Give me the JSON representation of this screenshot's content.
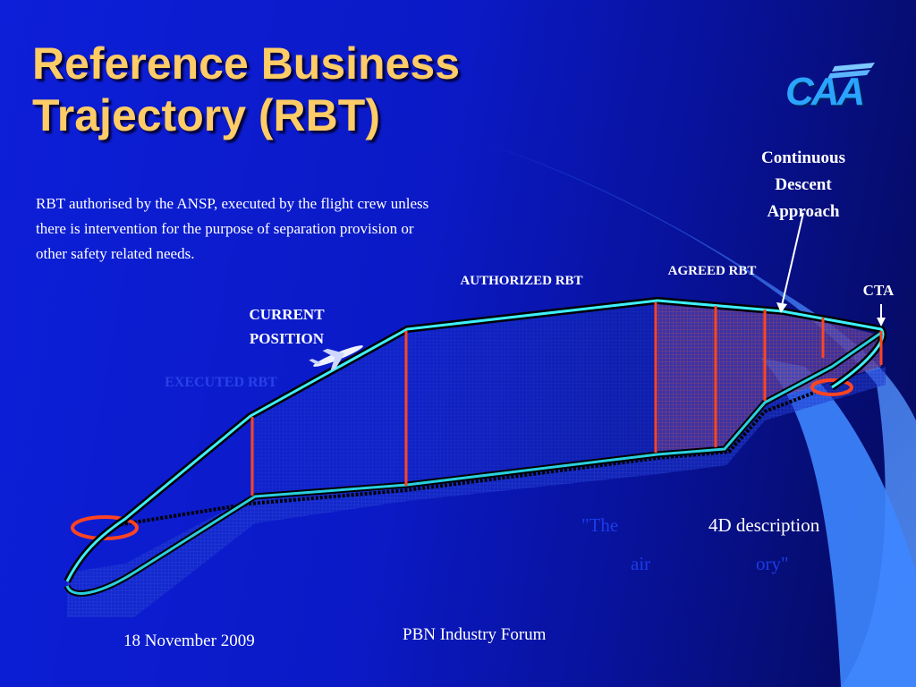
{
  "title": {
    "line1": "Reference Business",
    "line2": "Trajectory (RBT)"
  },
  "description": "RBT authorised by the ANSP, executed by the flight crew unless there is intervention for the purpose of separation provision or other safety related needs.",
  "logo": {
    "text": "CAA",
    "icon": "caa-logo"
  },
  "labels": {
    "current_position": "CURRENT POSITION",
    "executed_rbt": "EXECUTED RBT",
    "authorized_rbt": "AUTHORIZED RBT",
    "agreed_rbt": "AGREED RBT",
    "cta": "CTA",
    "cda": "Continuous Descent Approach",
    "description_4d": "4D description",
    "faded_quote_1": "\"The",
    "faded_quote_2": "air",
    "faded_quote_3": "ory\""
  },
  "footer": {
    "date": "18 November 2009",
    "forum": "PBN Industry Forum"
  },
  "colors": {
    "title": "#ffcc66",
    "trajectory": "#3ef0ff",
    "executed_label": "#2a40e8",
    "marker": "#ff4422",
    "background": "#0d1fd8"
  },
  "icons": [
    "aircraft-icon",
    "departure-ring-icon",
    "arrival-ring-icon",
    "arrow-icon"
  ]
}
